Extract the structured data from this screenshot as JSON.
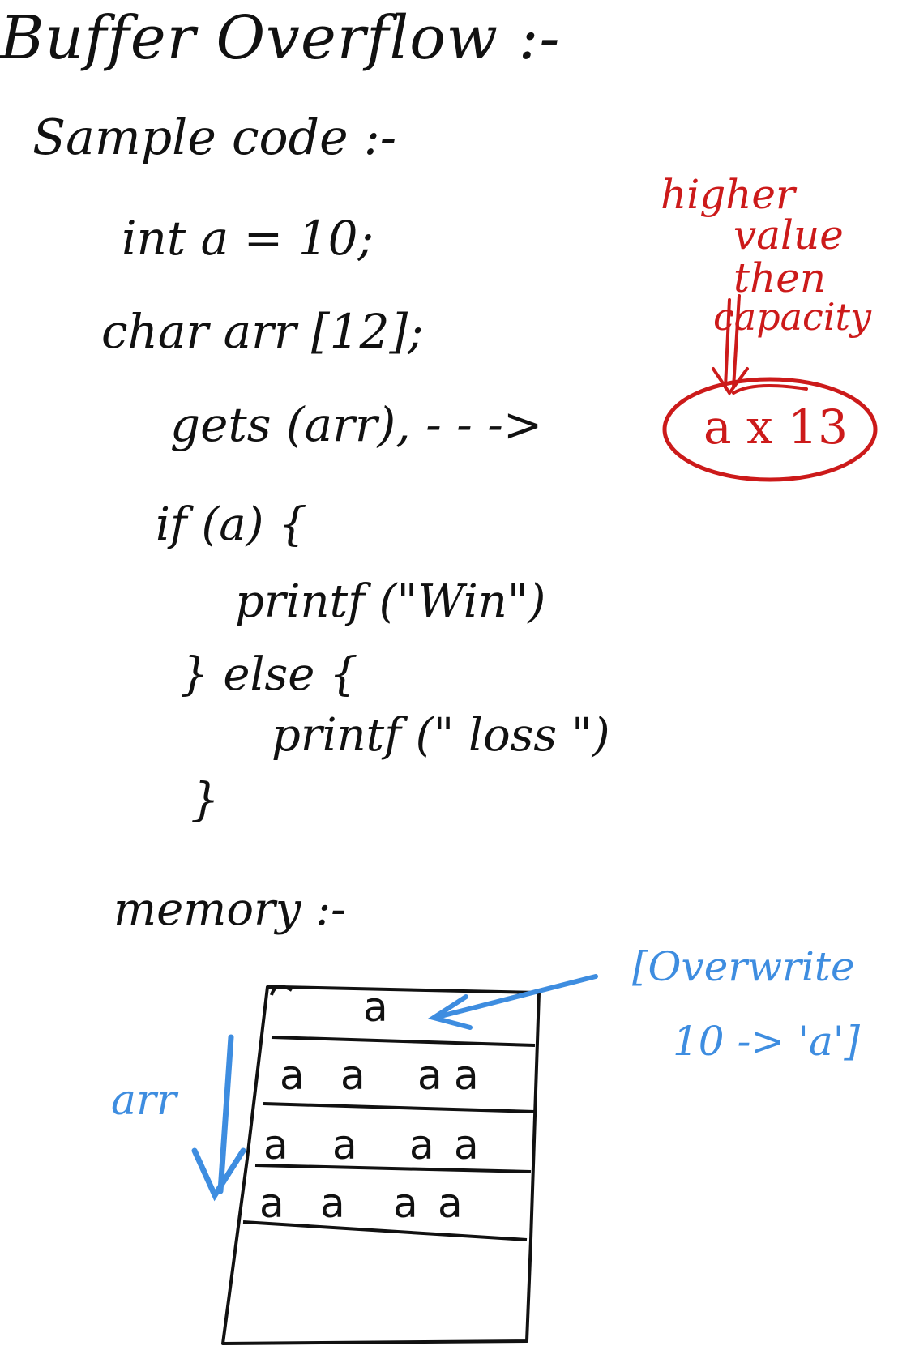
{
  "title": "Buffer Overflow :-",
  "subtitle": "Sample code :-",
  "code": {
    "line1": "int a = 10;",
    "line2": "char arr [12];",
    "line3": "gets (arr), - - ->",
    "line4": "if (a) {",
    "line5": "printf (\"Win\")",
    "line6": "} else {",
    "line7": "printf (\" loss \")",
    "line8": "}"
  },
  "annotation_red": {
    "line1": "higher",
    "line2": "value",
    "line3": "then",
    "line4": "capacity",
    "circled": "a x 13"
  },
  "memory": {
    "label": "memory :-",
    "top_cell": "a",
    "rows": [
      [
        "a",
        "a",
        "a",
        "a"
      ],
      [
        "a",
        "a",
        "a",
        "a"
      ],
      [
        "a",
        "a",
        "a",
        "a"
      ]
    ]
  },
  "annotation_blue": {
    "line1": "[Overwrite",
    "line2": "10 -> 'a']",
    "arrow_label": "arr"
  },
  "colors": {
    "ink": "#111111",
    "red": "#cc1a1a",
    "blue": "#3e8de0"
  }
}
